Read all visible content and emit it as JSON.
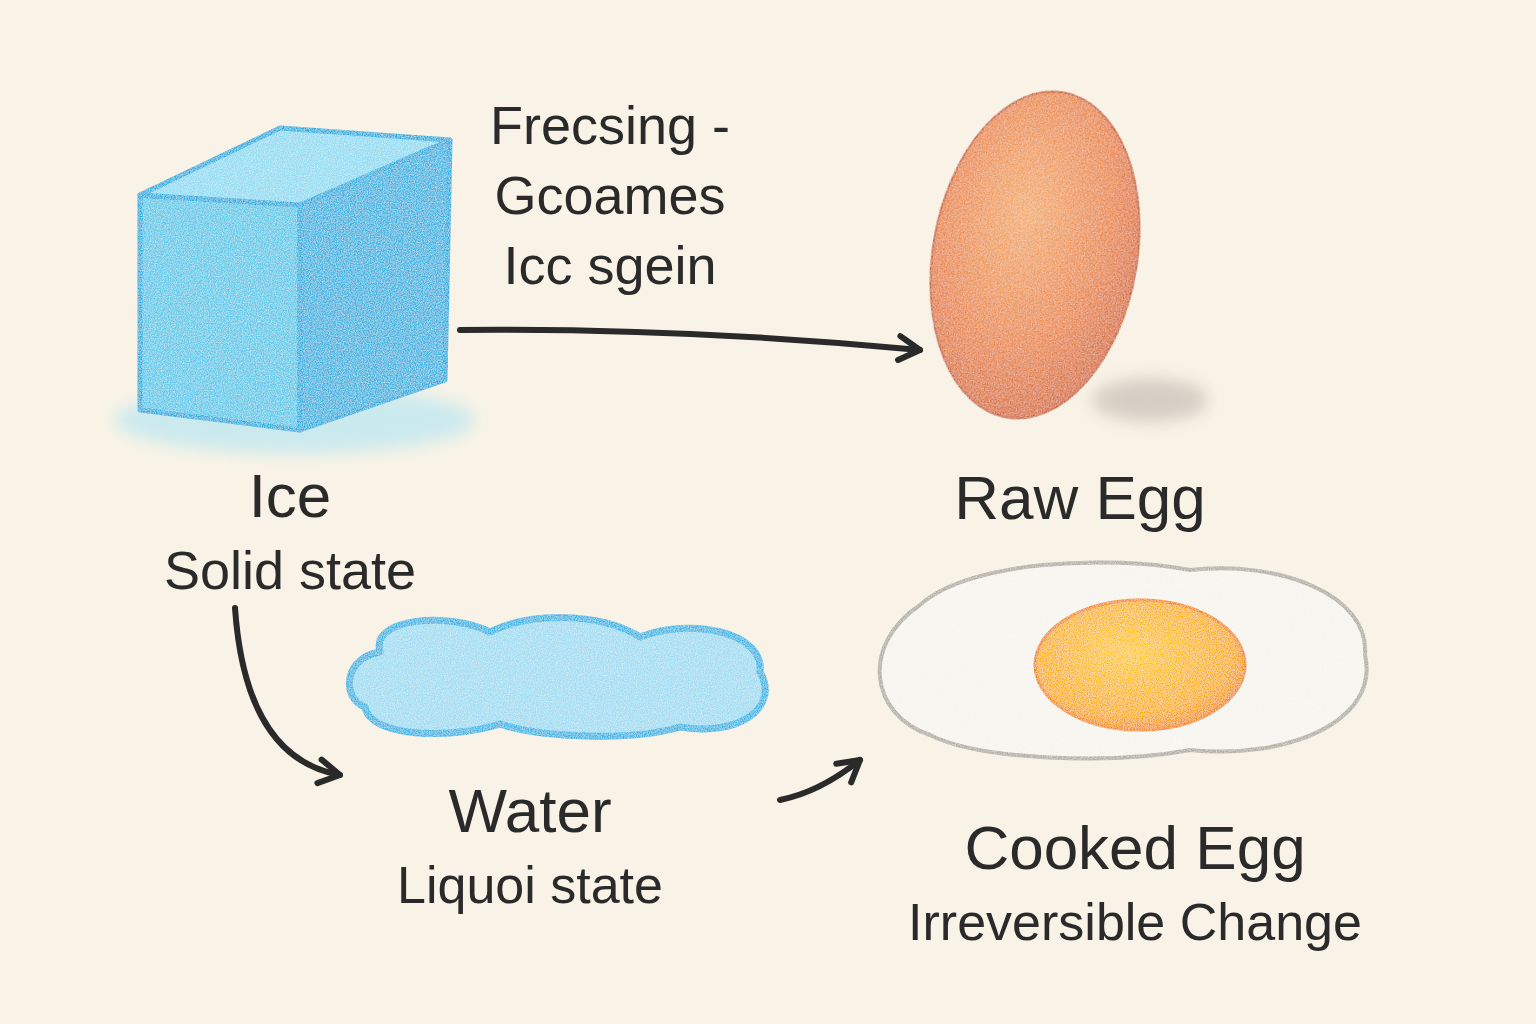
{
  "diagram": {
    "nodes": [
      {
        "text": [
          "Ice",
          "Solid state"
        ]
      },
      {
        "text": [
          "Raw Egg"
        ]
      },
      {
        "text": [
          "Water",
          "Liquoi state"
        ]
      },
      {
        "text": [
          "Cooked Egg",
          "Irreversible Change"
        ]
      }
    ],
    "edges": [
      {
        "from": 0,
        "to": 1,
        "label": "Frecsing - Gcoames Icc sgein",
        "arrow": "to"
      },
      {
        "from": 0,
        "to": 2,
        "arrow": "to"
      },
      {
        "from": 2,
        "to": 3,
        "arrow": "to"
      }
    ]
  }
}
